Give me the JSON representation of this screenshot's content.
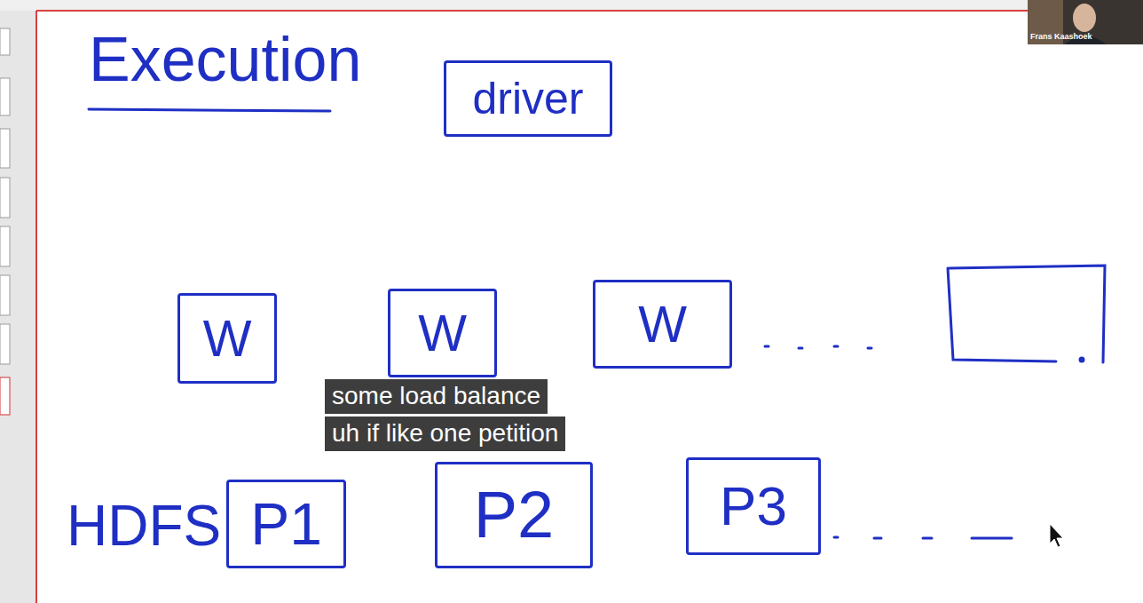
{
  "diagram": {
    "title": "Execution",
    "nodes": [
      {
        "text": [
          "driver"
        ]
      },
      {
        "text": [
          "W"
        ]
      },
      {
        "text": [
          "W"
        ]
      },
      {
        "text": [
          "W"
        ]
      },
      {
        "text": [
          "P1"
        ]
      },
      {
        "text": [
          "P2"
        ]
      },
      {
        "text": [
          "P3"
        ]
      }
    ],
    "labels": [
      "HDFS",
      "Frans Kaashoek",
      "some load balance",
      "uh if like one petition"
    ]
  }
}
